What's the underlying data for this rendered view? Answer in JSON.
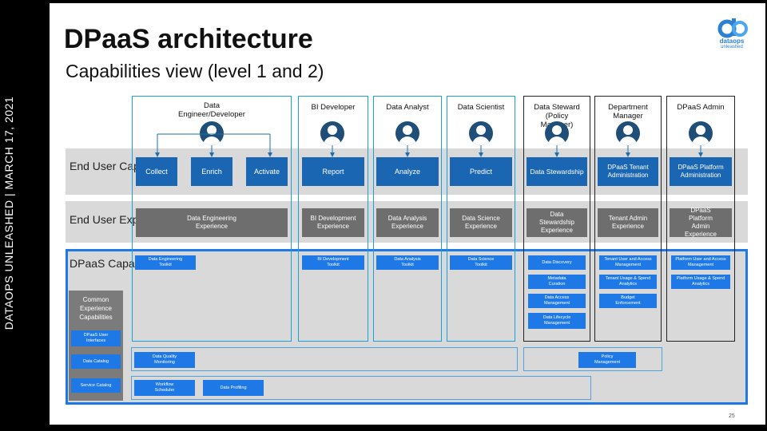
{
  "side_text": "DATAOPS UNLEASHED  |  MARCH 17, 2021",
  "title": "DPaaS architecture",
  "subtitle": "Capabilities view (level 1 and 2)",
  "logo": {
    "word": "dataops",
    "tag": "unleashed"
  },
  "page_number": "25",
  "rows": {
    "end_user_capabilities": "End User Capabilities",
    "end_user_experiences": "End User Experiences",
    "dpaas_capabilities": "DPaaS Capabilities",
    "common": "Common Experience Capabilities"
  },
  "columns": {
    "data_engineer": "Data Engineer/Developer",
    "bi_developer": "BI Developer",
    "data_analyst": "Data Analyst",
    "data_scientist": "Data Scientist",
    "data_steward": "Data Steward (Policy Manager)",
    "department_manager": "Department Manager",
    "dpaas_admin": "DPaaS Admin"
  },
  "capabilities": {
    "collect": "Collect",
    "enrich": "Enrich",
    "activate": "Activate",
    "report": "Report",
    "analyze": "Analyze",
    "predict": "Predict",
    "data_stewardship": "Data Stewardship",
    "tenant_admin": "DPaaS Tenant Administration",
    "platform_admin": "DPaaS Platform Administration"
  },
  "experiences": {
    "data_engineering": "Data Engineering Experience",
    "bi_development": "BI Development Experience",
    "data_analysis": "Data Analysis Experience",
    "data_science": "Data Science Experience",
    "data_stewardship": "Data Stewardship Experience",
    "tenant_admin": "Tenant Admin Experience",
    "platform_admin": "DPaaS Platform Admin Experience"
  },
  "toolkits": {
    "data_engineering": "Data Engineering Toolkit",
    "bi_development": "BI Development Toolkit",
    "data_analysis": "Data Analysis Toolkit",
    "data_science": "Data Science Toolkit"
  },
  "steward_items": [
    "Data Discovery",
    "Metadata Curation",
    "Data Access Management",
    "Data Lifecycle Management"
  ],
  "tenant_items": [
    "Tenant User and Access Management",
    "Tenant Usage & Spend Analytics",
    "Budget Enforcement"
  ],
  "platform_items": [
    "Platform User and Access Management",
    "Platform Usage & Spend Analytics"
  ],
  "common_items": [
    "DPaaS User Interfaces",
    "Data Catalog",
    "Service Catalog"
  ],
  "shared": {
    "data_quality": "Data Quality Monitoring",
    "policy_management": "Policy Management",
    "workflow_scheduler": "Workflow Scheduler",
    "data_profiling": "Data Profiling"
  }
}
